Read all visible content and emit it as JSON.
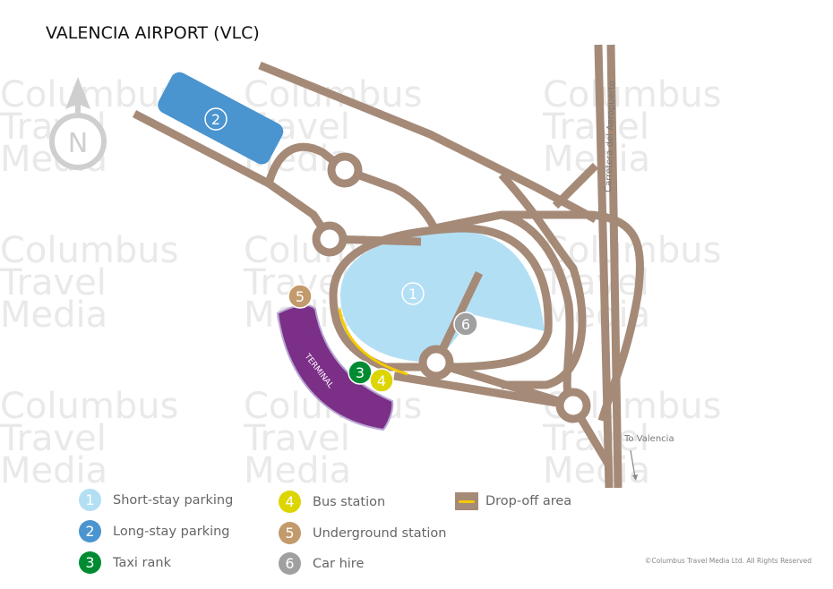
{
  "title": "VALENCIA AIRPORT (VLC)",
  "watermark": "Columbus\nTravel\nMedia",
  "compass": {
    "label": "N"
  },
  "map": {
    "terminal_label": "TERMINAL",
    "road_labels": {
      "highway": "Carretera del Aeropuerto",
      "to_city": "To Valencia"
    },
    "markers": [
      {
        "num": "1",
        "color": "#b3dff5"
      },
      {
        "num": "2",
        "color": "#4a94cf"
      },
      {
        "num": "3",
        "color": "#008b33"
      },
      {
        "num": "4",
        "color": "#dcd500"
      },
      {
        "num": "5",
        "color": "#c29a6b"
      },
      {
        "num": "6",
        "color": "#a0a0a0"
      }
    ]
  },
  "legend": [
    {
      "num": "1",
      "label": "Short-stay parking",
      "color": "#b3dff5"
    },
    {
      "num": "2",
      "label": "Long-stay parking",
      "color": "#4a94cf"
    },
    {
      "num": "3",
      "label": "Taxi rank",
      "color": "#008b33"
    },
    {
      "num": "4",
      "label": "Bus station",
      "color": "#dcd500"
    },
    {
      "num": "5",
      "label": "Underground station",
      "color": "#c29a6b"
    },
    {
      "num": "6",
      "label": "Car hire",
      "color": "#a0a0a0"
    },
    {
      "label": "Drop-off area"
    }
  ],
  "copyright": "©Columbus Travel Media Ltd. All Rights Reserved"
}
